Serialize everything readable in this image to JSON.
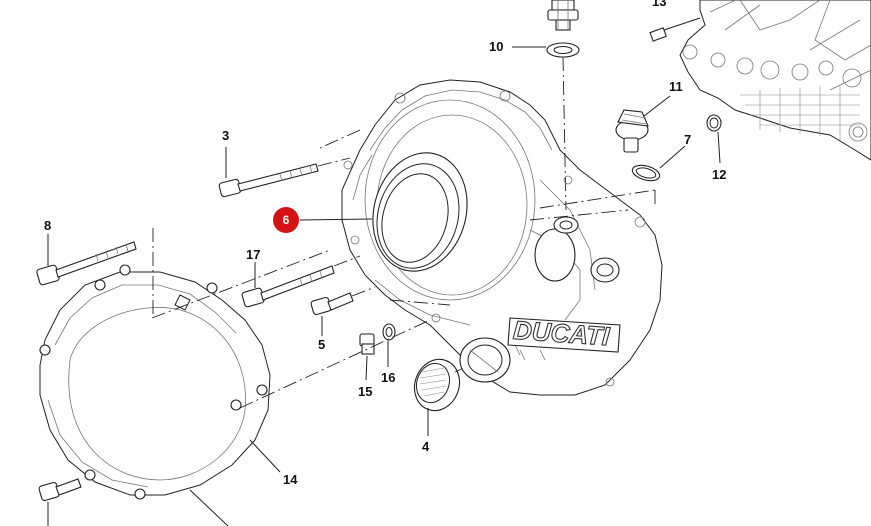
{
  "diagram": {
    "brand_mark": "DUCATI",
    "highlighted_part": "6",
    "callouts": {
      "c3": "3",
      "c4": "4",
      "c5": "5",
      "c6": "6",
      "c7": "7",
      "c8": "8",
      "c10": "10",
      "c11": "11",
      "c12": "12",
      "c13": "13",
      "c14": "14",
      "c15": "15",
      "c16": "16",
      "c17": "17"
    },
    "colors": {
      "highlight": "#d41414",
      "line": "#222222",
      "background": "#ffffff"
    }
  }
}
